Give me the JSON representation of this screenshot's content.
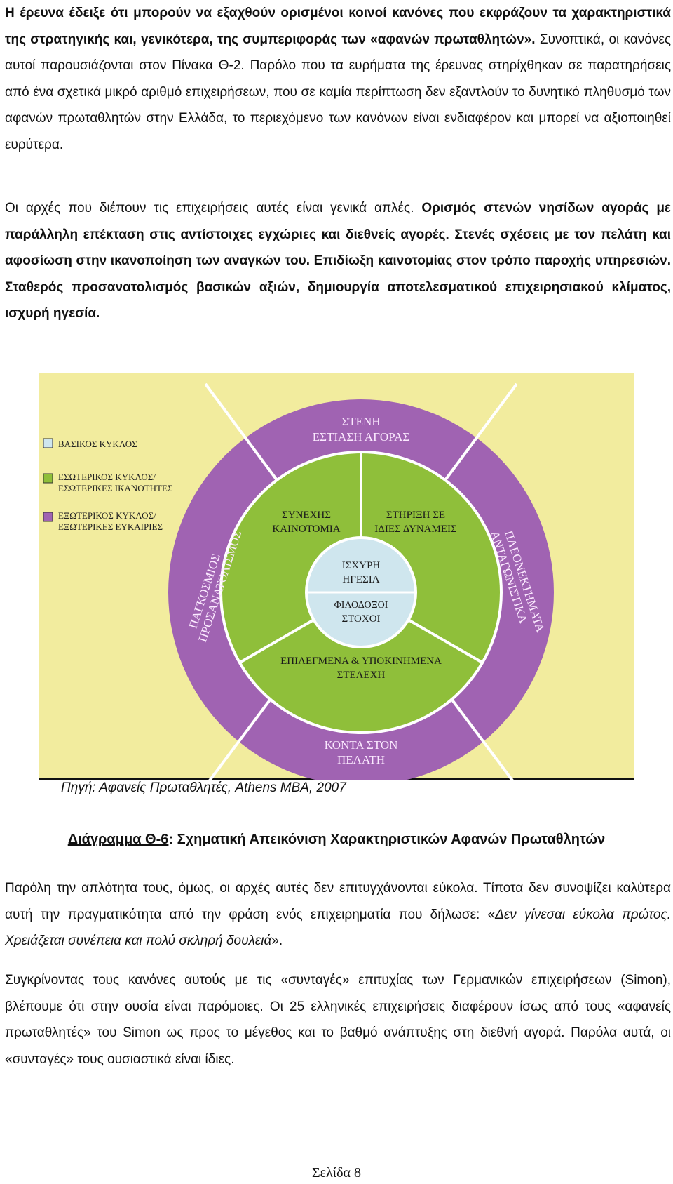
{
  "intro": {
    "s1": "Η έρευνα έδειξε ότι μπορούν να εξαχθούν ορισμένοι κοινοί κανόνες που εκφράζουν τα χαρακτηριστικά της στρατηγικής και, γενικότερα, της συμπεριφοράς των «αφανών πρωταθλητών».",
    "s2": " Συνοπτικά, οι κανόνες αυτοί παρουσιάζονται στον Πίνακα Θ-2. Παρόλο που τα ευρήματα  της έρευνας στηρίχθηκαν σε παρατηρήσεις από ένα σχετικά μικρό αριθμό επιχειρήσεων, που σε καμία περίπτωση δεν εξαντλούν το δυνητικό πληθυσμό των αφανών πρωταθλητών στην Ελλάδα, το περιεχόμενο των κανόνων είναι ενδιαφέρον και μπορεί να αξιοποιηθεί ευρύτερα."
  },
  "principles": {
    "s1": " Οι αρχές που διέπουν τις επιχειρήσεις αυτές είναι γενικά απλές.",
    "s2": " Ορισμός στενών νησίδων αγοράς με παράλληλη επέκταση στις αντίστοιχες εγχώριες και διεθνείς αγορές. Στενές σχέσεις με τον πελάτη και αφοσίωση στην ικανοποίηση των αναγκών του. Επιδίωξη καινοτομίας στον τρόπο παροχής υπηρεσιών. Σταθερός προσανατολισμός βασικών αξιών, δημιουργία αποτελεσματικού επιχειρησιακού κλίματος, ισχυρή ηγεσία."
  },
  "diagram": {
    "legend": {
      "basic": "ΒΑΣΙΚΟΣ ΚΥΚΛΟΣ",
      "inner_1": "ΕΣΩΤΕΡΙΚΟΣ ΚΥΚΛΟΣ/",
      "inner_2": "ΕΣΩΤΕΡΙΚΕΣ ΙΚΑΝΟΤΗΤΕΣ",
      "outer_1": "ΕΞΩΤΕΡΙΚΟΣ ΚΥΚΛΟΣ/",
      "outer_2": "ΕΞΩΤΕΡΙΚΕΣ ΕΥΚΑΙΡΙΕΣ"
    },
    "outer": {
      "top_1": "ΣΤΕΝΗ",
      "top_2": "ΕΣΤΙΑΣΗ ΑΓΟΡΑΣ",
      "left_1": "ΠΑΓΚΟΣΜΙΟΣ",
      "left_2": "ΠΡΟΣΑΝΑΤΟΛΙΣΜΟΣ",
      "right_1": "ΑΝΤΑΓΩΝΙΣΤΙΚΑ",
      "right_2": "ΠΛΕΟΝΕΚΤΗΜΑΤΑ",
      "bottom_1": "ΚΟΝΤΑ ΣΤΟΝ",
      "bottom_2": "ΠΕΛΑΤΗ"
    },
    "middle": {
      "left_1": "ΣΥΝΕΧΗΣ",
      "left_2": "ΚΑΙΝΟΤΟΜΙΑ",
      "right_1": "ΣΤΗΡΙΞΗ ΣΕ",
      "right_2": "ΙΔΙΕΣ ΔΥΝΑΜΕΙΣ",
      "bottom_1": "ΕΠΙΛΕΓΜΕΝΑ & ΥΠΟΚΙΝΗΜΕΝΑ",
      "bottom_2": "ΣΤΕΛΕΧΗ"
    },
    "core": {
      "top_1": "ΙΣΧΥΡΗ",
      "top_2": "ΗΓΕΣΙΑ",
      "bottom_1": "ΦΙΛΟΔΟΞΟΙ",
      "bottom_2": "ΣΤΟΧΟΙ"
    },
    "colors": {
      "background": "#f2ec9e",
      "outer": "#a063b2",
      "middle": "#8fbf3a",
      "core": "#cfe6ee",
      "outline": "#ffffff"
    }
  },
  "source": "Πηγή: Αφανείς Πρωταθλητές, Athens MBA, 2007",
  "caption": {
    "label": "Διάγραμμα Θ-6",
    "text": ": Σχηματική Απεικόνιση Χαρακτηριστικών Αφανών Πρωταθλητών"
  },
  "simplicity": {
    "s1": "Παρόλη την απλότητα τους, όμως, οι αρχές αυτές δεν επιτυγχάνονται εύκολα. Τίποτα δεν συνοψίζει καλύτερα αυτή την πραγματικότητα από την φράση ενός επιχειρηματία που δήλωσε: «",
    "quote": "Δεν γίνεσαι εύκολα πρώτος. Χρειάζεται συνέπεια και πολύ σκληρή δουλειά",
    "s2": "»."
  },
  "comparison": "Συγκρίνοντας τους κανόνες αυτούς με τις «συνταγές» επιτυχίας των Γερμανικών επιχειρήσεων (Simon), βλέπουμε ότι στην ουσία είναι  παρόμοιες. Οι 25 ελληνικές επιχειρήσεις διαφέρουν ίσως από τους «αφανείς πρωταθλητές» του Simon ως προς το μέγεθος και το βαθμό ανάπτυξης στη διεθνή αγορά. Παρόλα αυτά, οι «συνταγές» τους ουσιαστικά είναι ίδιες.",
  "footer": "Σελίδα 8"
}
